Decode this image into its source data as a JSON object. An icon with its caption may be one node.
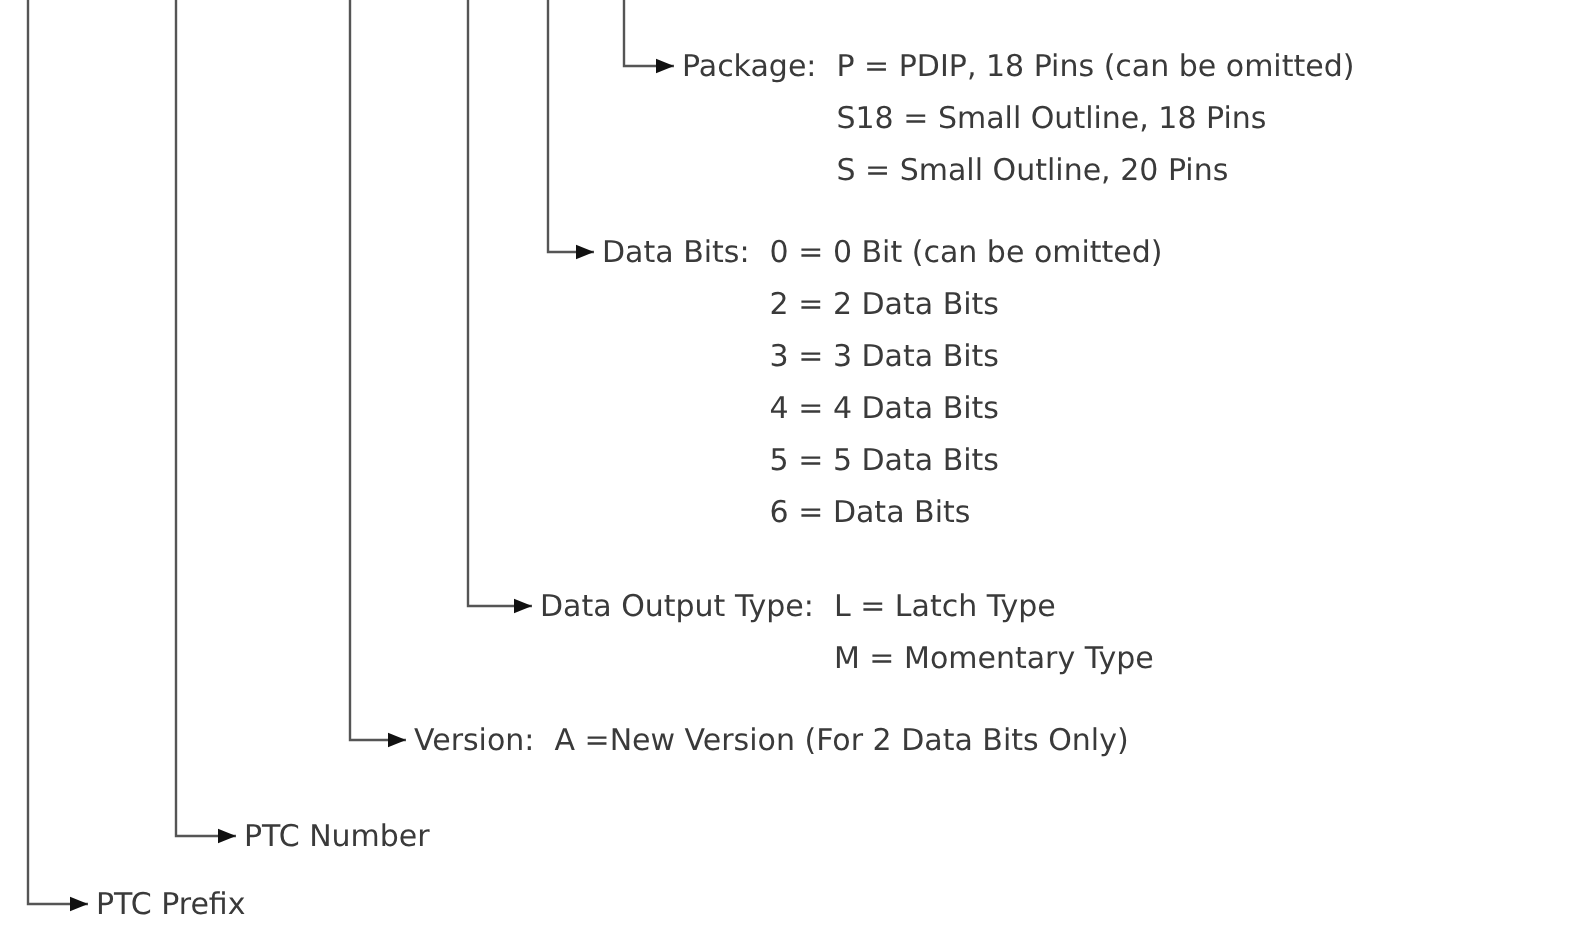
{
  "diagram": {
    "nodes": [
      {
        "text": [
          "Package:",
          "P = PDIP, 18 Pins (can be omitted)",
          "S18 = Small Outline, 18 Pins",
          "S = Small Outline, 20 Pins"
        ]
      },
      {
        "text": [
          "Data Bits:",
          "0 = 0 Bit (can be omitted)",
          "2 = 2 Data Bits",
          "3 = 3 Data Bits",
          "4 = 4 Data Bits",
          "5 = 5 Data Bits",
          "6 = Data Bits"
        ]
      },
      {
        "text": [
          "Data Output Type:",
          "L = Latch Type",
          "M = Momentary Type"
        ]
      },
      {
        "text": [
          "Version:",
          "A =New Version (For 2 Data Bits Only)"
        ]
      },
      {
        "text": [
          "PTC Number"
        ]
      },
      {
        "text": [
          "PTC Prefix"
        ]
      }
    ],
    "edges": [
      {
        "from": null,
        "to": 0,
        "arrow": "to"
      },
      {
        "from": null,
        "to": 1,
        "arrow": "to"
      },
      {
        "from": null,
        "to": 2,
        "arrow": "to"
      },
      {
        "from": null,
        "to": 3,
        "arrow": "to"
      },
      {
        "from": null,
        "to": 4,
        "arrow": "to"
      },
      {
        "from": null,
        "to": 5,
        "arrow": "to"
      }
    ]
  }
}
